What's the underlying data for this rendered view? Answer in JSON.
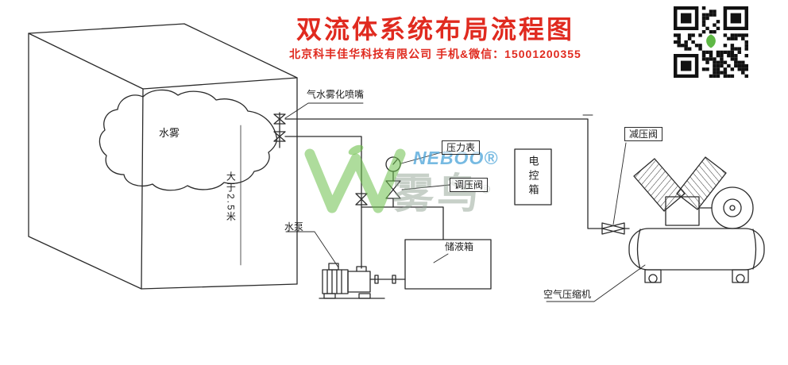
{
  "header": {
    "title": "双流体系统布局流程图",
    "subtitle": "北京科丰佳华科技有限公司 手机&微信：15001200355"
  },
  "labels": {
    "nozzle": "气水雾化喷嘴",
    "mist": "水雾",
    "height": "大于2.5米",
    "pressure_gauge": "压力表",
    "regulating_valve": "调压阀",
    "control_box": "电控箱",
    "water_pump": "水泵",
    "storage_tank": "储液箱",
    "reducing_valve": "减压阀",
    "air_compressor": "空气压缩机"
  },
  "watermark": {
    "brand": "NEBOO",
    "reg": "®",
    "name": "雾鸟"
  },
  "colors": {
    "title_red": "#e02a1f",
    "line": "#2b2b2b",
    "watermark_green": "#6cbf4a",
    "watermark_blue": "#4aa3d8",
    "watermark_gray": "#8fa191"
  }
}
